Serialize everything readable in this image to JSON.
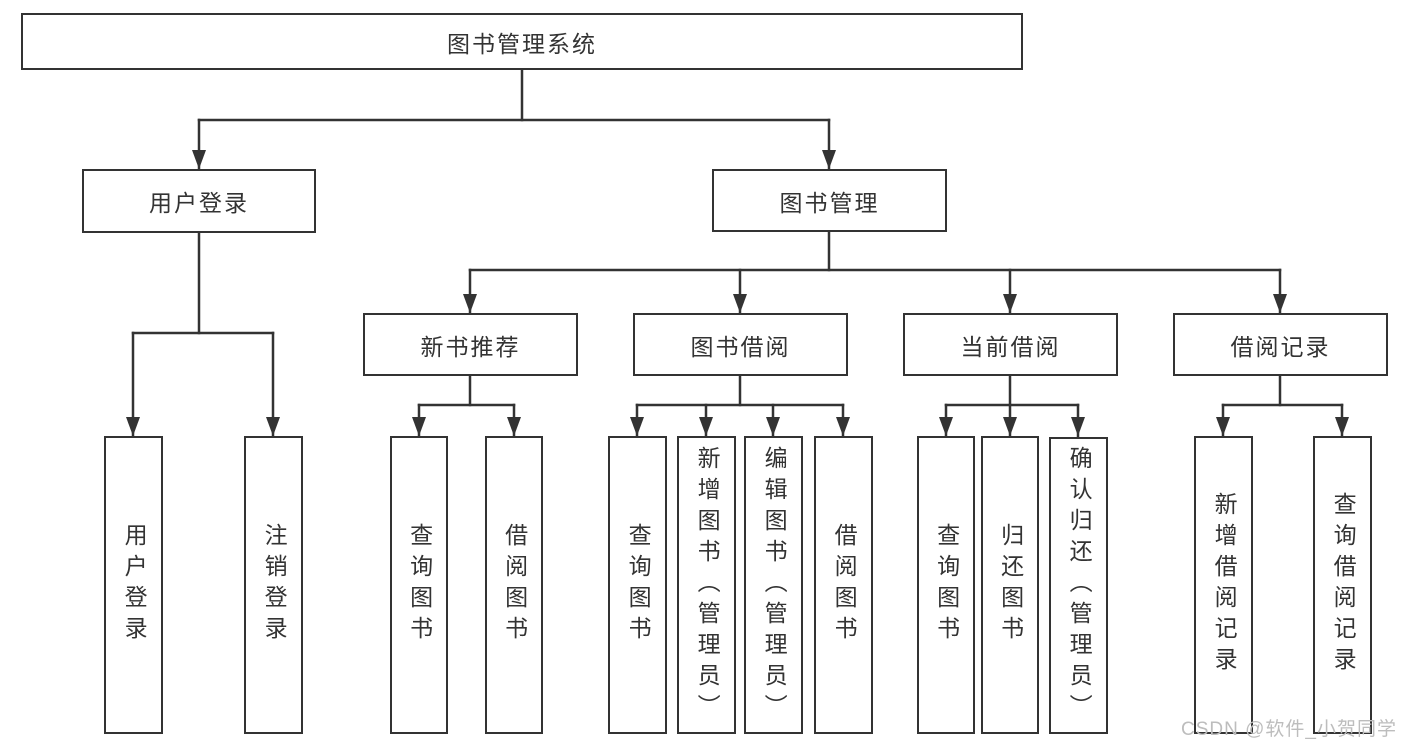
{
  "diagram_title": "图书管理系统",
  "nodes": {
    "root": "图书管理系统",
    "user_login_branch": "用户登录",
    "book_mgmt_branch": "图书管理",
    "user_login_leaf": "用户登录",
    "logout_leaf": "注销登录",
    "new_book_rec": "新书推荐",
    "book_borrow": "图书借阅",
    "current_borrow": "当前借阅",
    "borrow_record": "借阅记录",
    "nb_query_books": "查询图书",
    "nb_borrow_books": "借阅图书",
    "bb_query_books": "查询图书",
    "bb_add_books": "新增图书（管理员）",
    "bb_edit_books": "编辑图书（管理员）",
    "bb_borrow_books": "借阅图书",
    "cb_query_books": "查询图书",
    "cb_return_books": "归还图书",
    "cb_confirm_return": "确认归还（管理员）",
    "br_add_record": "新增借阅记录",
    "br_query_record": "查询借阅记录"
  },
  "hierarchy": {
    "图书管理系统": [
      "用户登录",
      "图书管理"
    ],
    "用户登录": [
      "用户登录",
      "注销登录"
    ],
    "图书管理": [
      "新书推荐",
      "图书借阅",
      "当前借阅",
      "借阅记录"
    ],
    "新书推荐": [
      "查询图书",
      "借阅图书"
    ],
    "图书借阅": [
      "查询图书",
      "新增图书（管理员）",
      "编辑图书（管理员）",
      "借阅图书"
    ],
    "当前借阅": [
      "查询图书",
      "归还图书",
      "确认归还（管理员）"
    ],
    "借阅记录": [
      "新增借阅记录",
      "查询借阅记录"
    ]
  },
  "watermark": {
    "text": "CSDN @软件_小贺同学",
    "color": "#bdbdbd"
  },
  "colors": {
    "line": "#333333",
    "text": "#333333",
    "background": "#ffffff"
  }
}
